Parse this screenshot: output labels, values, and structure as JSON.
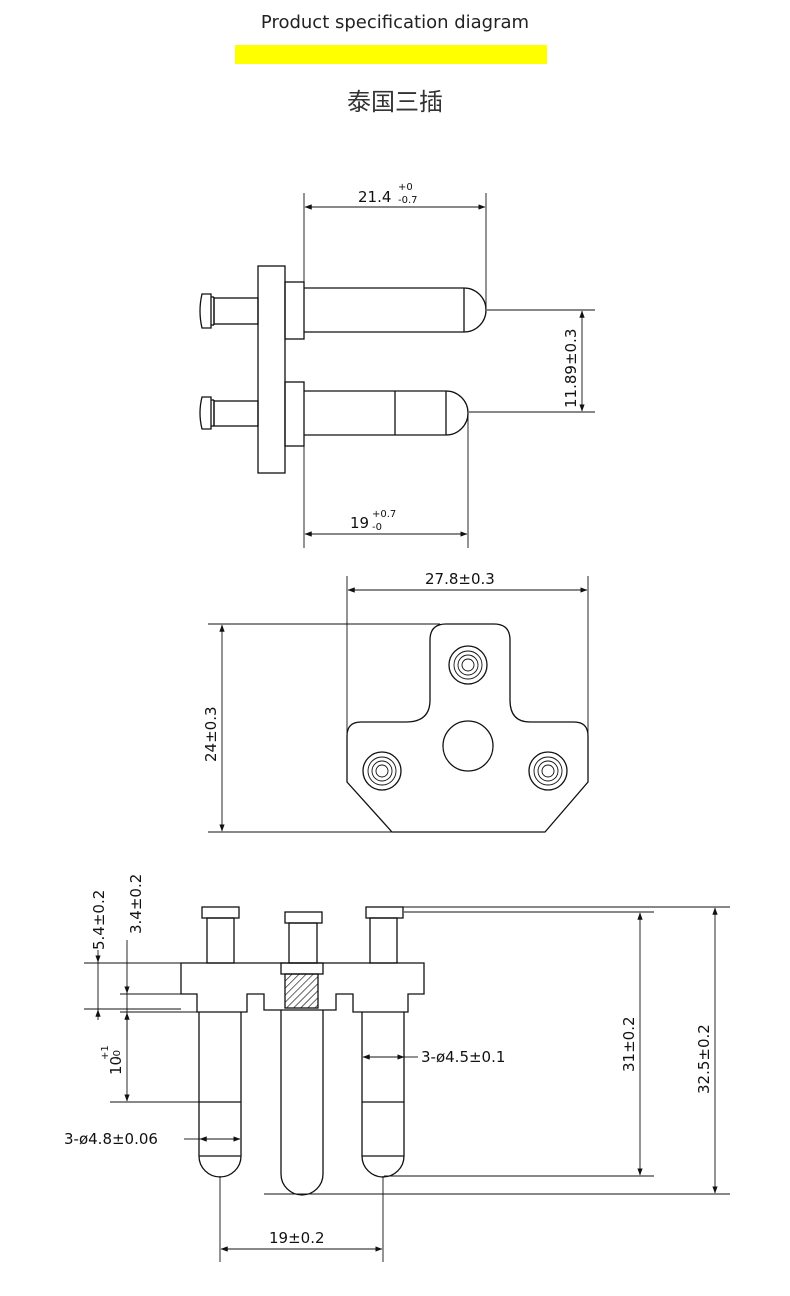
{
  "header": {
    "title": "Product specification diagram",
    "accent_color": "#ffff00",
    "subtitle": "泰国三插"
  },
  "side_view": {
    "length_main": "21.4",
    "length_main_tol_upper": "+0",
    "length_main_tol_lower": "-0.7",
    "pin_spacing": "11.89±0.3",
    "length_lower": "19",
    "length_lower_tol_upper": "+0.7",
    "length_lower_tol_lower": "-0"
  },
  "face_view": {
    "width": "27.8±0.3",
    "height": "24±0.3"
  },
  "front_view": {
    "dim_head": "5.4±0.2",
    "dim_collar": "3.4±0.2",
    "dim_len": "10",
    "dim_len_tol_upper": "+1",
    "dim_len_tol_lower": "-0",
    "dia_small": "3-ø4.5±0.1",
    "dia_large": "3-ø4.8±0.06",
    "height_31": "31±0.2",
    "height_32": "32.5±0.2",
    "spacing": "19±0.2"
  }
}
